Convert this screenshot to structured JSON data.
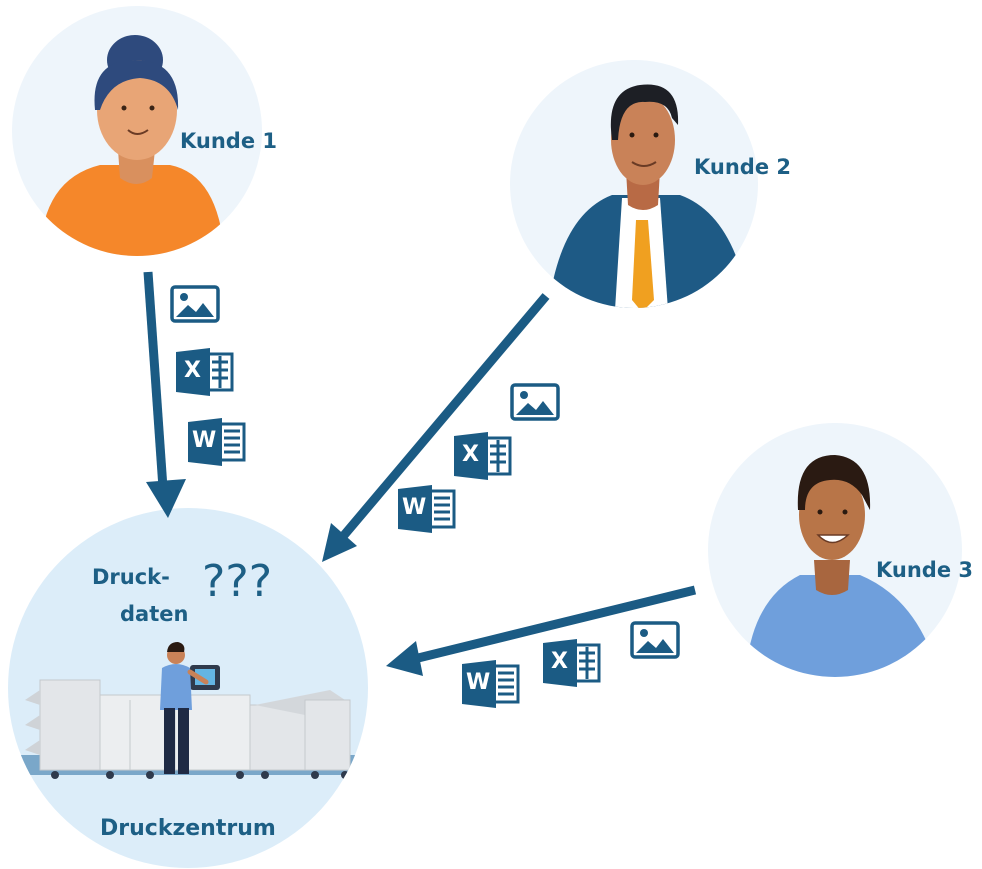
{
  "customers": [
    {
      "label": "Kunde 1"
    },
    {
      "label": "Kunde 2"
    },
    {
      "label": "Kunde 3"
    }
  ],
  "center": {
    "label": "Druckzentrum",
    "data_label_line1": "Druck-",
    "data_label_line2": "daten",
    "question": "???"
  },
  "file_icons": {
    "excel_letter": "X",
    "word_letter": "W"
  },
  "colors": {
    "accent": "#1d5f85",
    "icon": "#1b5b84",
    "circle_light": "#eef5fb",
    "circle_center": "#dcedf9",
    "shirt_orange": "#f5872a",
    "suit_blue": "#1e5a85",
    "shirt_blue": "#6f9fdc",
    "tie_orange": "#f0a020"
  }
}
